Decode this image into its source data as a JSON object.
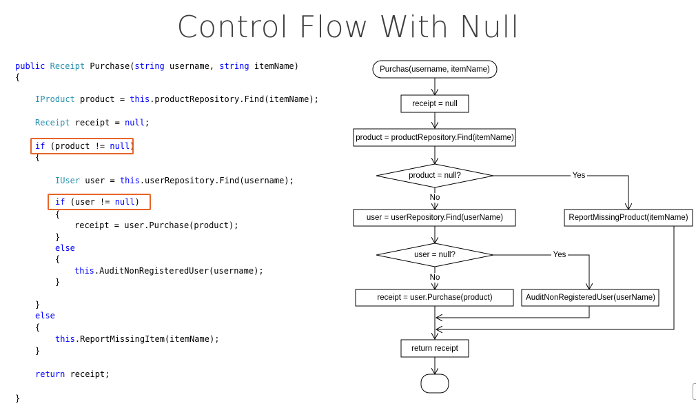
{
  "title": "Control Flow With Null",
  "code": {
    "l1": {
      "kw1": "public",
      "t1": " ",
      "ty1": "Receipt",
      "t2": " Purchase(",
      "kw2": "string",
      "t3": " username, ",
      "kw3": "string",
      "t4": " itemName)"
    },
    "l2": "{",
    "l3": {
      "ty1": "IProduct",
      "t1": " product = ",
      "kw1": "this",
      "t2": ".productRepository.Find(itemName);"
    },
    "l4": {
      "ty1": "Receipt",
      "t1": " receipt = ",
      "kw1": "null",
      "t2": ";"
    },
    "l5": {
      "kw1": "if",
      "t1": " (product != ",
      "kw2": "null",
      "t2": ")"
    },
    "l6": "{",
    "l7": {
      "ty1": "IUser",
      "t1": " user = ",
      "kw1": "this",
      "t2": ".userRepository.Find(username);"
    },
    "l8": {
      "kw1": "if",
      "t1": " (user != ",
      "kw2": "null",
      "t2": ")"
    },
    "l9": "{",
    "l10": "receipt = user.Purchase(product);",
    "l11": "}",
    "l12": "else",
    "l13": "{",
    "l14": {
      "kw1": "this",
      "t1": ".AuditNonRegisteredUser(username);"
    },
    "l15": "}",
    "l16": "}",
    "l17": "else",
    "l18": "{",
    "l19": {
      "kw1": "this",
      "t1": ".ReportMissingItem(itemName);"
    },
    "l20": "}",
    "l21": {
      "kw1": "return",
      "t1": " receipt;"
    },
    "l22": "}"
  },
  "flow": {
    "start": "Purchas(username, itemName)",
    "receipt_null": "receipt = null",
    "find_product": "product = productRepository.Find(itemName)",
    "product_null": "product = null?",
    "find_user": "user = userRepository.Find(userName)",
    "report_missing": "ReportMissingProduct(itemName)",
    "user_null": "user = null?",
    "purchase": "receipt = user.Purchase(product)",
    "audit": "AuditNonRegisteredUser(userName)",
    "return": "return receipt",
    "end": "",
    "yes1": "Yes",
    "no1": "No",
    "yes2": "Yes",
    "no2": "No"
  },
  "colors": {
    "highlight": "#e8642a",
    "keyword": "#0000ff",
    "type": "#2b91af"
  }
}
